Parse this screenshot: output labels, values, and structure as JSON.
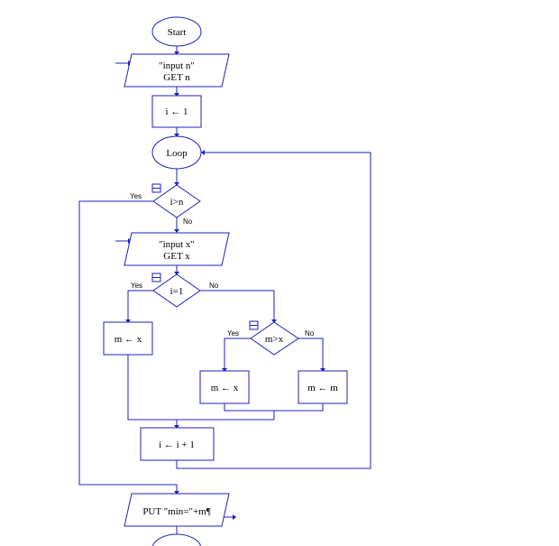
{
  "colors": {
    "stroke": "#1f1fbf",
    "background": "#ffffff",
    "text": "#000000"
  },
  "flowchart": {
    "start": "Start",
    "input_n": {
      "line1": "\"input n\"",
      "line2": "GET n"
    },
    "assign_i": "i ← 1",
    "loop": "Loop",
    "cond_i_gt_n": "i>n",
    "input_x": {
      "line1": "\"input x\"",
      "line2": "GET x"
    },
    "cond_i_eq_1": "i=1",
    "assign_m_x_left": "m ← x",
    "cond_m_gt_x": "m>x",
    "assign_m_x_mid": "m ← x",
    "assign_m_m": "m ← m",
    "increment_i": "i ← i + 1",
    "output": "PUT \"min=\"+m¶",
    "yes": "Yes",
    "no": "No"
  }
}
